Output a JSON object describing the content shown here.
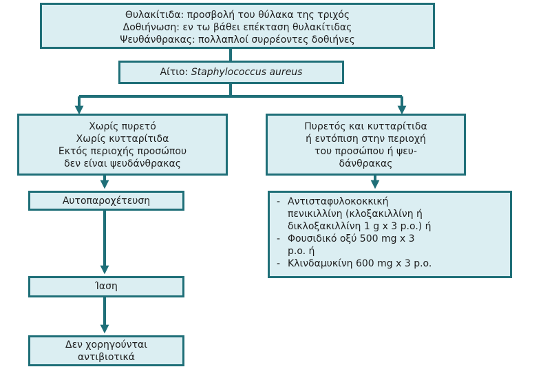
{
  "definitions": {
    "line1": "Θυλακίτιδα: προσβολή του θύλακα της τριχός",
    "line2": "Δοθιήνωση: εν τω βάθει επέκταση θυλακίτιδας",
    "line3": "Ψευθάνθρακας: πολλαπλοί συρρέοντες δοθιήνες"
  },
  "cause": {
    "prefix": "Αίτιο: ",
    "organism": "Staphylococcus aureus"
  },
  "left_branch": {
    "condition": [
      "Χωρίς πυρετό",
      "Χωρίς κυτταρίτιδα",
      "Εκτός περιοχής προσώπου",
      "δεν είναι ψευδάνθρακας"
    ],
    "step1": "Αυτοπαροχέτευση",
    "step2": "Ίαση",
    "step3_line1": "Δεν χορηγούνται",
    "step3_line2": "αντιβιοτικά"
  },
  "right_branch": {
    "condition": [
      "Πυρετός και κυτταρίτιδα",
      "ή εντόπιση στην περιοχή",
      "του προσώπου ή ψευ-",
      "δάνθρακας"
    ],
    "treatment": {
      "dash": "-",
      "item1_line1": "Αντισταφυλοκοκκική",
      "item1_line2": "πενικιλλίνη (κλοξακιλλίνη ή",
      "item1_line3": "δικλοξακιλλίνη 1 g x 3 p.o.) ή",
      "item2_line1": "Φουσιδικό οξύ 500 mg x 3",
      "item2_line2": "p.o. ή",
      "item3_line1": "Κλινδαμυκίνη 600 mg x 3 p.o."
    }
  },
  "colors": {
    "box_fill": "#dbeef2",
    "border": "#1f6f78",
    "arrow": "#1f6f78"
  }
}
